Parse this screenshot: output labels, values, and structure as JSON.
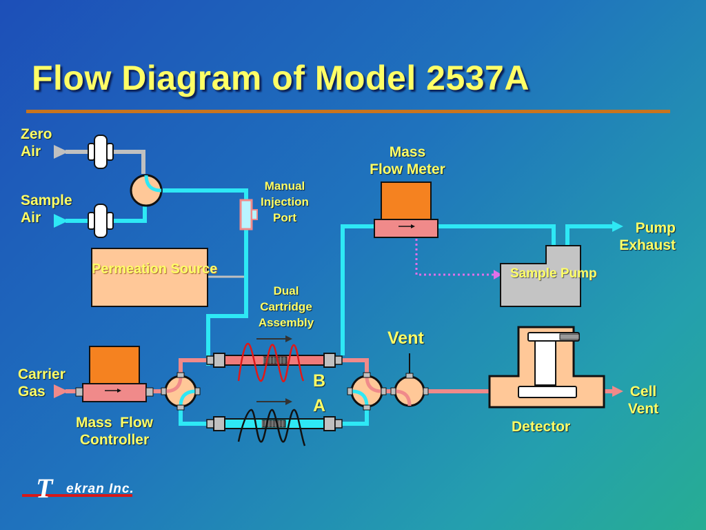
{
  "title": "Flow Diagram of Model 2537A",
  "labels": {
    "zero_air": "Zero\nAir",
    "sample_air": "Sample\nAir",
    "carrier_gas": "Carrier\nGas",
    "manual_injection_port": "Manual\nInjection\nPort",
    "mass_flow_meter": "Mass\nFlow Meter",
    "pump_exhaust": "Pump\nExhaust",
    "sample_pump": "Sample\nPump",
    "permeation_source": "Permeation\nSource",
    "dual_cartridge_assembly": "Dual\nCartridge\nAssembly",
    "vent": "Vent",
    "cartridge_b": "B",
    "cartridge_a": "A",
    "cell_vent": "Cell\nVent",
    "detector": "Detector",
    "mass_flow_controller": "Mass  Flow\nController"
  },
  "logo": {
    "letter": "T",
    "name": "ekran  Inc."
  },
  "colors": {
    "label_yellow": "#ffff66",
    "orange_box": "#f58220",
    "pink_line": "#f08a8a",
    "cyan_line": "#2ee8f5",
    "gray_line": "#c0c0c0",
    "purple_dotted": "#e070e8",
    "rule": "#c8741e"
  }
}
